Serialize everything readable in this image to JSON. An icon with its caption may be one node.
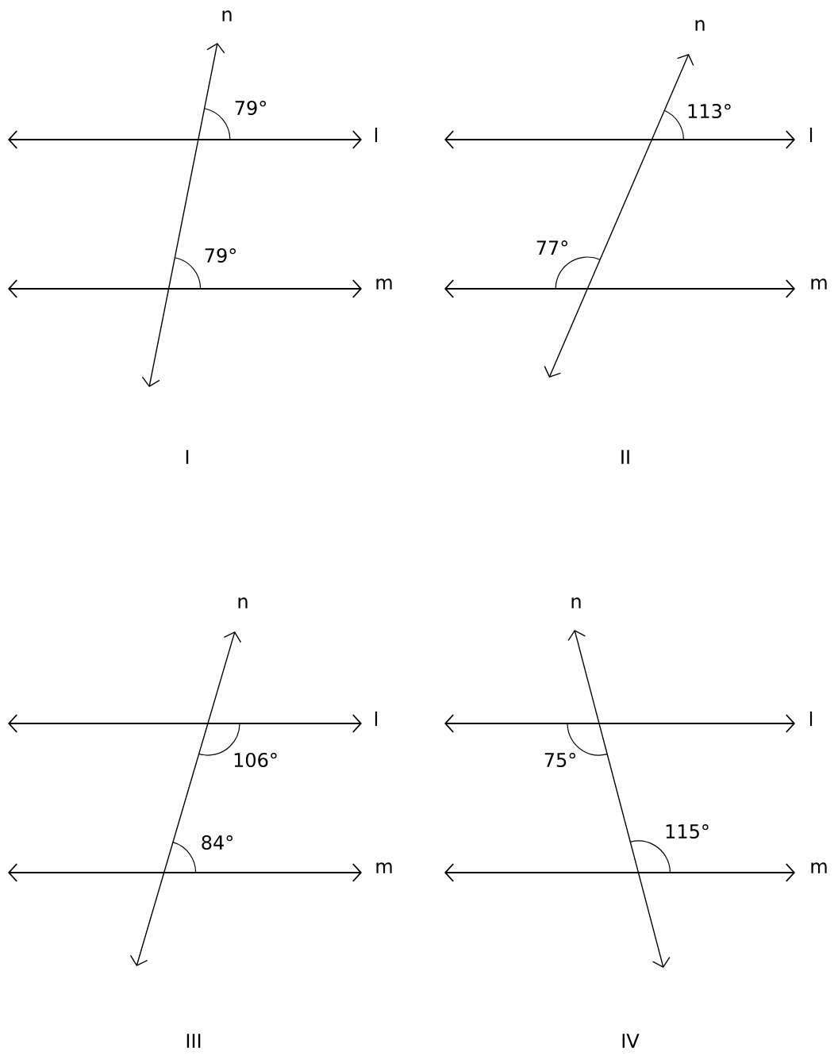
{
  "diagram": {
    "labels": [
      "n",
      "79°",
      "l",
      "79°",
      "m",
      "I",
      "n",
      "113°",
      "l",
      "77°",
      "m",
      "II",
      "n",
      "l",
      "106°",
      "84°",
      "m",
      "III",
      "n",
      "l",
      "75°",
      "115°",
      "m",
      "IV"
    ]
  }
}
